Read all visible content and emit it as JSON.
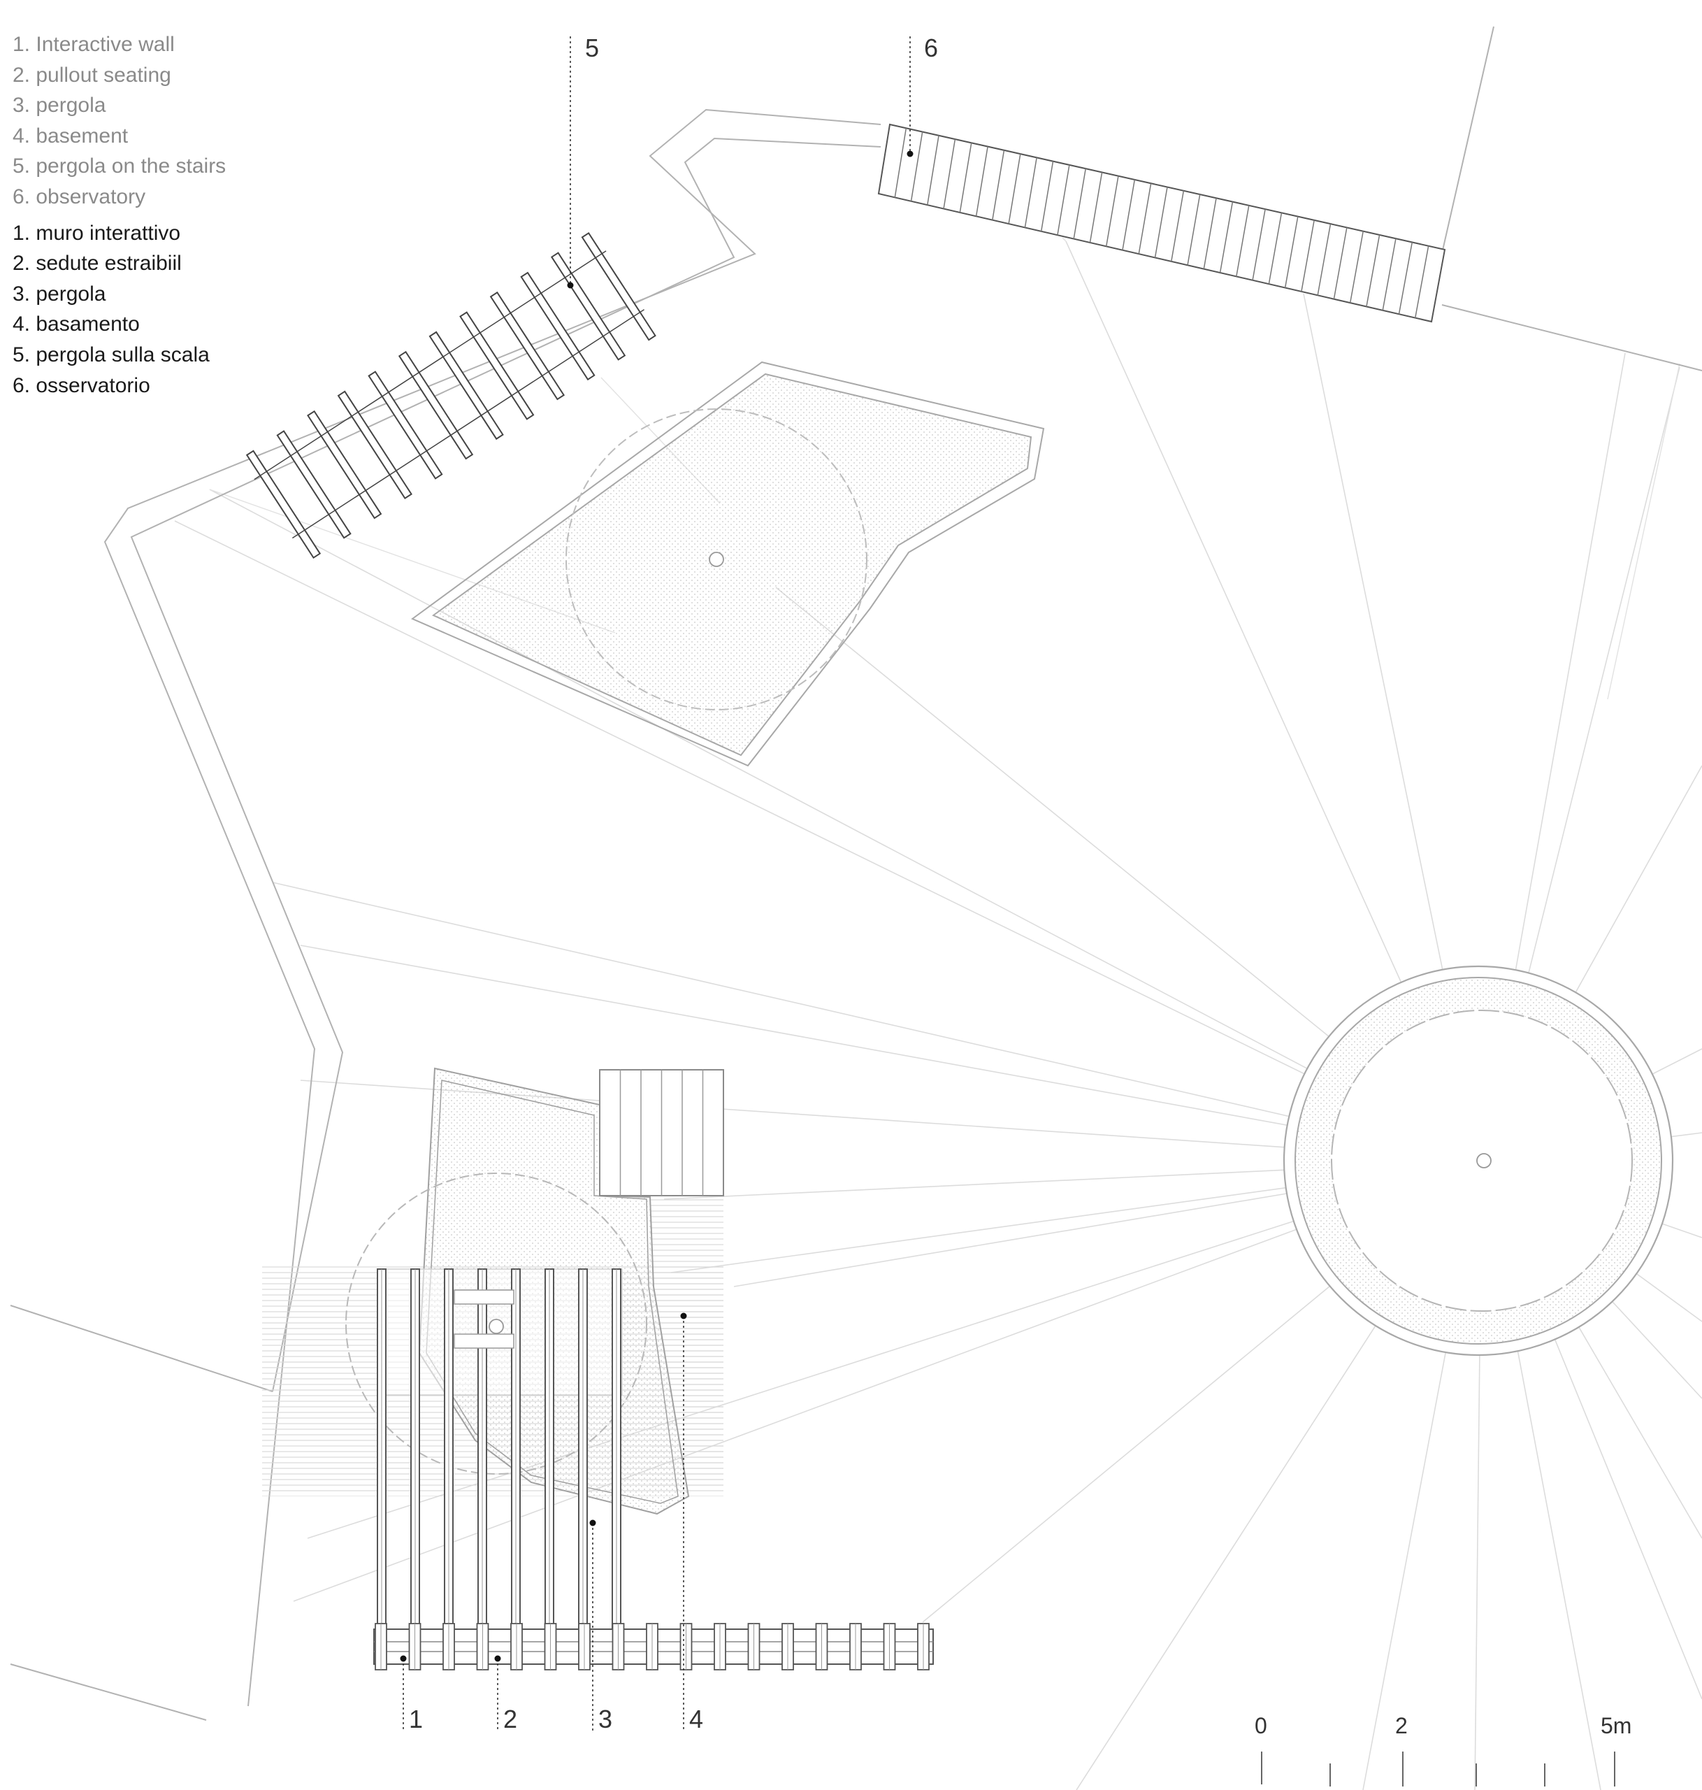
{
  "legend": {
    "english": [
      "1. Interactive wall",
      "2. pullout seating",
      "3. pergola",
      "4. basement",
      "5. pergola on the stairs",
      "6. observatory"
    ],
    "italian": [
      "1. muro interattivo",
      "2. sedute estraibiil",
      "3. pergola",
      "4. basamento",
      "5. pergola sulla scala",
      "6. osservatorio"
    ]
  },
  "callouts": [
    "1",
    "2",
    "3",
    "4",
    "5",
    "6"
  ],
  "scale_bar": {
    "labels": [
      "0",
      "2",
      "5m"
    ]
  },
  "colors": {
    "linework": "#9a9a9a",
    "light": "#d4d4d4",
    "dark": "#555555",
    "text_en": "#8a8a8a",
    "text_it": "#1a1a1a"
  }
}
